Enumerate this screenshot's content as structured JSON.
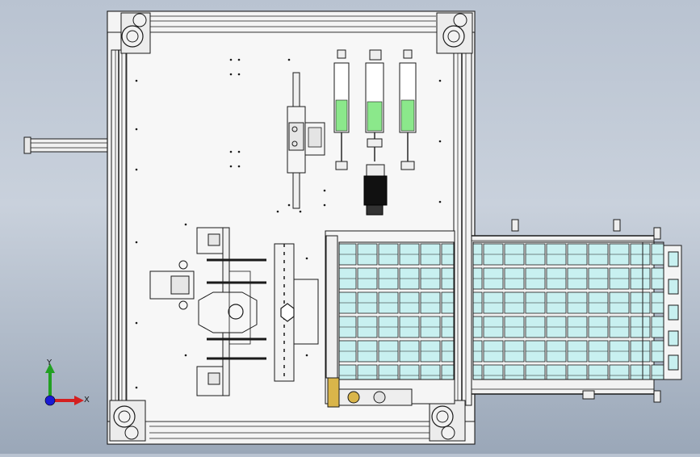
{
  "view": {
    "type": "cad-top-view",
    "background_top": "#b9c3d1",
    "background_bottom": "#9aa7b8"
  },
  "triad": {
    "x_label": "X",
    "y_label": "Y",
    "x_color": "#d42020",
    "y_color": "#22a022",
    "origin_color": "#1a1ad4"
  },
  "colors": {
    "frame": "#f4f4f4",
    "line": "#1a1a1a",
    "cell": "#c8f0f0",
    "cylinder_fill": "#8be88b",
    "motor": "#111111",
    "gear": "#d9b54a"
  }
}
